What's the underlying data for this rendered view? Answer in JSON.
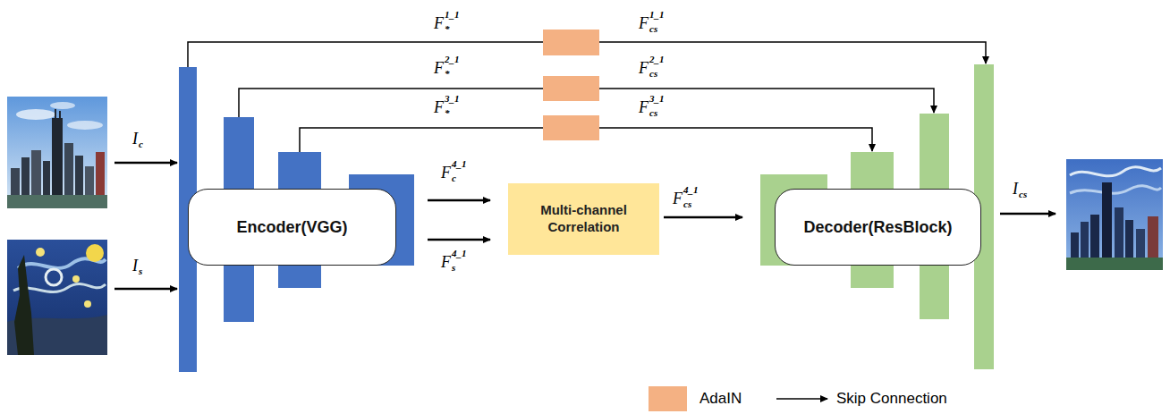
{
  "diagram": {
    "nodes": [
      {
        "text": [
          "Encoder(VGG)"
        ]
      },
      {
        "text": [
          "Multi-channel Correlation"
        ]
      },
      {
        "text": [
          "Decoder(ResBlock)"
        ]
      }
    ],
    "edges": [
      {
        "from": 0,
        "to": 1,
        "arrow": "to"
      },
      {
        "from": 0,
        "to": 1,
        "arrow": "to"
      },
      {
        "from": 1,
        "to": 2,
        "arrow": "to"
      }
    ],
    "labels": [
      "F",
      "1_1",
      "*",
      "F",
      "1_1",
      "cs",
      "F",
      "2_1",
      "*",
      "F",
      "2_1",
      "cs",
      "F",
      "3_1",
      "*",
      "F",
      "3_1",
      "cs",
      "I",
      "c",
      "I",
      "s",
      "I",
      "cs",
      "F",
      "4_1",
      "c",
      "F",
      "4_1",
      "s",
      "F",
      "4_1",
      "cs"
    ],
    "legend": [
      {
        "text": "AdaIN",
        "color": "#f4b183"
      },
      {
        "text": "Skip Connection"
      }
    ]
  }
}
